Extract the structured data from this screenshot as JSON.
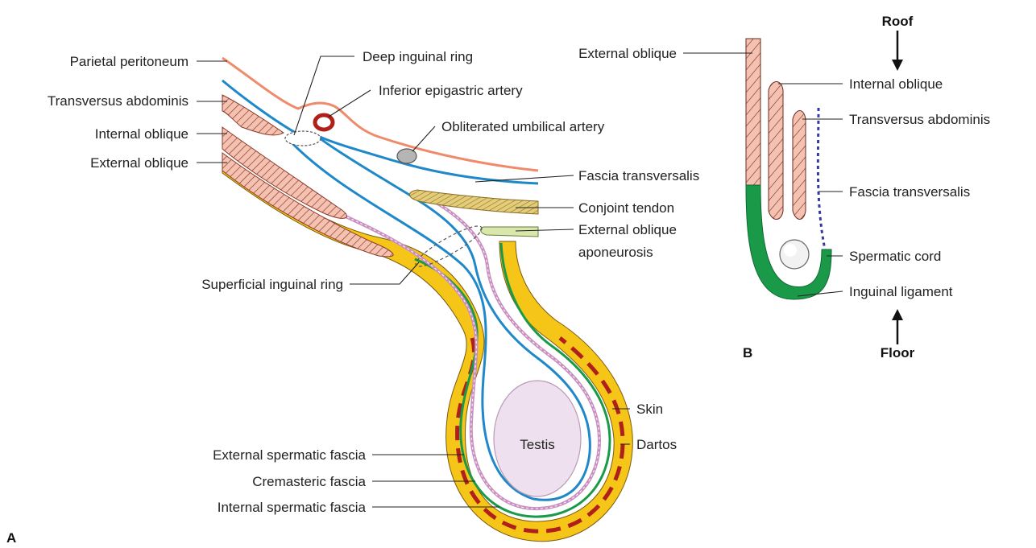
{
  "panel_a": {
    "letter": "A",
    "labels": {
      "parietal_peritoneum": "Parietal peritoneum",
      "transversus_abdominis": "Transversus abdominis",
      "internal_oblique": "Internal oblique",
      "external_oblique": "External oblique",
      "deep_inguinal_ring": "Deep inguinal ring",
      "inferior_epigastric_artery": "Inferior epigastric artery",
      "obliterated_umbilical_artery": "Obliterated umbilical artery",
      "fascia_transversalis": "Fascia transversalis",
      "conjoint_tendon": "Conjoint tendon",
      "external_oblique_aponeurosis_line1": "External oblique",
      "external_oblique_aponeurosis_line2": "aponeurosis",
      "superficial_inguinal_ring": "Superficial inguinal ring",
      "skin": "Skin",
      "dartos": "Dartos",
      "testis": "Testis",
      "external_spermatic_fascia": "External spermatic fascia",
      "cremasteric_fascia": "Cremasteric fascia",
      "internal_spermatic_fascia": "Internal spermatic fascia"
    }
  },
  "panel_b": {
    "letter": "B",
    "roof": "Roof",
    "floor": "Floor",
    "labels": {
      "external_oblique": "External oblique",
      "internal_oblique": "Internal oblique",
      "transversus_abdominis": "Transversus abdominis",
      "fascia_transversalis": "Fascia transversalis",
      "spermatic_cord": "Spermatic cord",
      "inguinal_ligament": "Inguinal ligament"
    }
  },
  "colors": {
    "peritoneum": "#ef8a6b",
    "fascia_blue": "#1e88c8",
    "muscle_fill": "#f5c2b2",
    "muscle_stroke": "#8a3a2a",
    "skin_yellow": "#f5c518",
    "dartos_red": "#b0201a",
    "green": "#1a9a48",
    "tendon": "#e3cc7a",
    "aponeurosis": "#d9e7ad",
    "cremaster_pink": "#c98fc0",
    "testis": "#efe0ef",
    "dotted_blue": "#3a3a9a"
  }
}
